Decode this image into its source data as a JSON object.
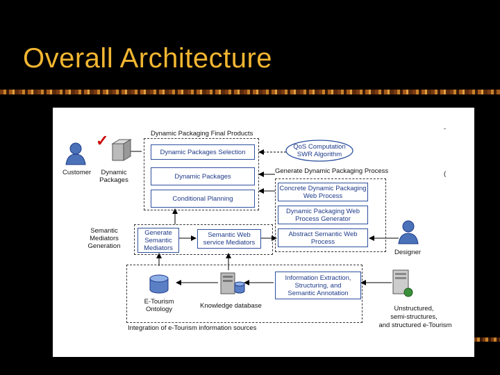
{
  "slide": {
    "title": "Overall Architecture"
  },
  "diagram": {
    "group_final_products": "Dynamic Packaging Final Products",
    "box_selection": "Dynamic Packages Selection",
    "box_packages": "Dynamic Packages",
    "box_planning": "Conditional Planning",
    "qos": [
      "QoS Computation",
      "SWR Algorithm"
    ],
    "customer": "Customer",
    "dynamic_packages_icon": [
      "Dynamic",
      "Packages"
    ],
    "generate_process": "Generate Dynamic Packaging Process",
    "box_concrete": [
      "Concrete Dynamic Packaging",
      "Web Process"
    ],
    "box_generator": [
      "Dynamic Packaging Web",
      "Process Generator"
    ],
    "box_abstract": [
      "Abstract Semantic Web",
      "Process"
    ],
    "designer": "Designer",
    "semantic_gen": [
      "Semantic",
      "Mediators",
      "Generation"
    ],
    "box_gen_mediators": [
      "Generate",
      "Semantic",
      "Mediators"
    ],
    "box_ws_mediators": [
      "Semantic Web",
      "service Mediators"
    ],
    "ontology": [
      "E-Tourism",
      "Ontology"
    ],
    "knowledge_db": "Knowledge database",
    "box_extraction": [
      "Information Extraction,",
      "Structuring, and",
      "Semantic Annotation"
    ],
    "unstructured": [
      "Unstructured,",
      "semi-structures,",
      "and structured e-Tourism"
    ],
    "integration": "Integration of e-Tourism information sources",
    "checkmark": "✓"
  }
}
